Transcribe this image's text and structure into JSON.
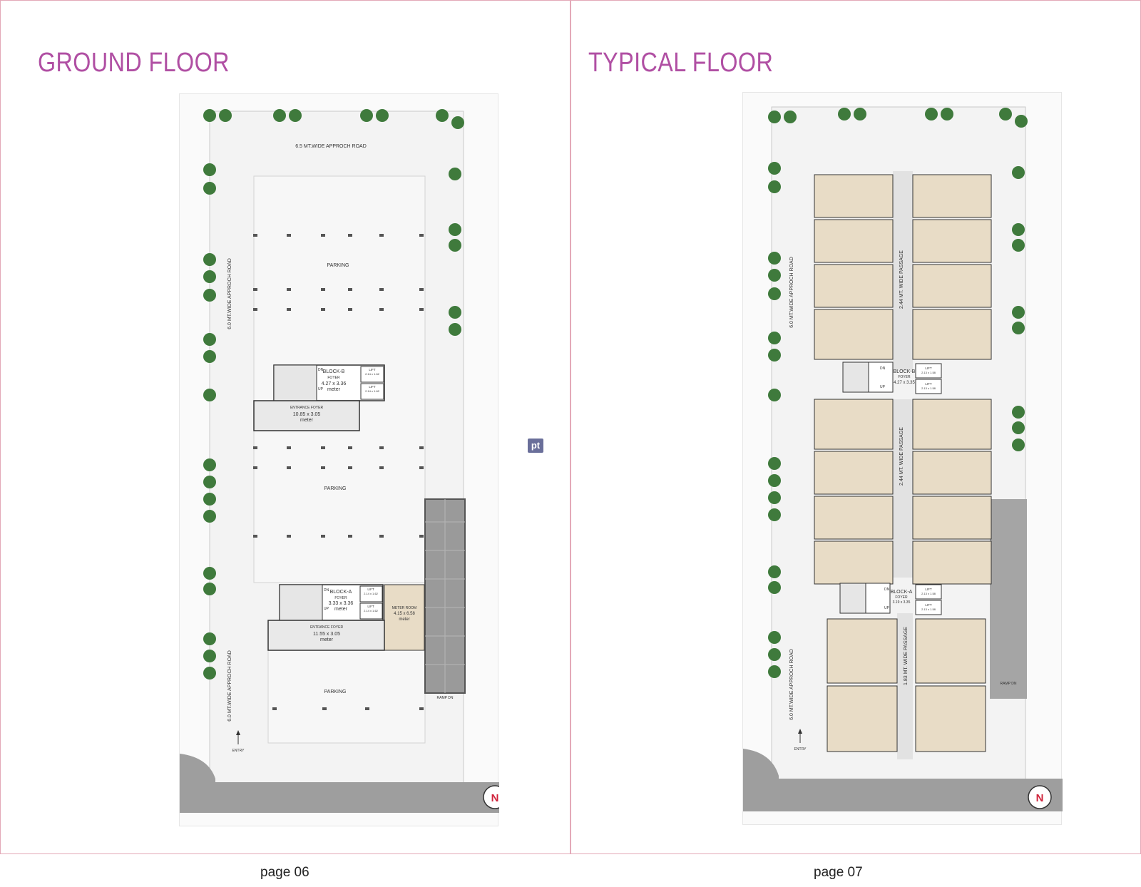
{
  "pages": [
    {
      "title": "GROUND FLOOR",
      "page_label": "page 06",
      "labels": {
        "road_top": "6.5 MT.WIDE   APPROCH   ROAD",
        "road_left": "6.0 MT.WIDE   APPROCH   ROAD",
        "parking": "PARKING",
        "block_b": "BLOCK-B",
        "block_a": "BLOCK-A",
        "foyer": "FOYER",
        "block_b_foyer_size": "4.27 x 3.36",
        "block_a_foyer_size": "3.33 x 3.36",
        "meter": "meter",
        "lift": "LIFT",
        "lift_b_size": "2.14 x 1.62",
        "lift_a_size": "2.14 x 1.62",
        "entrance_foyer": "ENTRANCE FOYER",
        "entrance_foyer_b_size": "10.85 x 3.05",
        "entrance_foyer_a_size": "11.55 x 3.05",
        "meter_room": "METER ROOM",
        "meter_room_size": "4.15 x 6.58",
        "ramp": "RAMP DN",
        "entry": "ENTRY",
        "dn": "DN",
        "up": "UP",
        "north": "N"
      }
    },
    {
      "title": "TYPICAL FLOOR",
      "page_label": "page 07",
      "labels": {
        "road_left": "6.0 MT.WIDE   APPROCH   ROAD",
        "passage_244": "2.44  MT. WIDE PASSAGE",
        "passage_183": "1.83  MT. WIDE PASSAGE",
        "block_b": "BLOCK-B",
        "block_a": "BLOCK-A",
        "foyer": "FOYER",
        "block_b_foyer_size": "4.27 x 3.35",
        "block_a_foyer_size": "3.19 x 3.35",
        "lift": "LIFT",
        "lift_size": "2.13 x 1.58",
        "ramp": "RAMP DN",
        "entry": "ENTRY",
        "dn": "DN",
        "up": "UP",
        "north": "N"
      }
    }
  ],
  "logo_text": "pt",
  "colors": {
    "title": "#b04fa3",
    "palm": "#3f7a3c",
    "room_fill": "#e8dcc6",
    "ramp": "#9a9a9a",
    "road": "#9e9e9e",
    "north": "#d0243c"
  }
}
